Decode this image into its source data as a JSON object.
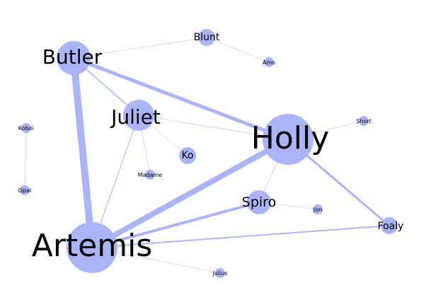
{
  "colors": {
    "node": "#aab4f8",
    "edge": "#aab4f8",
    "label": "#000000",
    "background": "#ffffff"
  },
  "nodes": [
    {
      "id": "artemis",
      "label": "Artemis"
    },
    {
      "id": "holly",
      "label": "Holly"
    },
    {
      "id": "butler",
      "label": "Butler"
    },
    {
      "id": "juliet",
      "label": "Juliet"
    },
    {
      "id": "spiro",
      "label": "Spiro"
    },
    {
      "id": "blunt",
      "label": "Blunt"
    },
    {
      "id": "ko",
      "label": "Ko"
    },
    {
      "id": "foaly",
      "label": "Foaly"
    },
    {
      "id": "mo",
      "label": "Amo"
    },
    {
      "id": "short",
      "label": "Short"
    },
    {
      "id": "koboi",
      "label": "Koboi"
    },
    {
      "id": "opal",
      "label": "Opal"
    },
    {
      "id": "madame",
      "label": "Madame"
    },
    {
      "id": "jon",
      "label": "Jon"
    },
    {
      "id": "julius",
      "label": "Julius"
    }
  ],
  "edges": [
    {
      "source": "butler",
      "target": "artemis",
      "weight": 10
    },
    {
      "source": "artemis",
      "target": "holly",
      "weight": 8
    },
    {
      "source": "butler",
      "target": "holly",
      "weight": 5
    },
    {
      "source": "artemis",
      "target": "spiro",
      "weight": 4
    },
    {
      "source": "holly",
      "target": "foaly",
      "weight": 3
    },
    {
      "source": "artemis",
      "target": "foaly",
      "weight": 2
    },
    {
      "source": "butler",
      "target": "juliet",
      "weight": 1.5
    },
    {
      "source": "juliet",
      "target": "artemis",
      "weight": 1
    },
    {
      "source": "juliet",
      "target": "holly",
      "weight": 0.6
    },
    {
      "source": "holly",
      "target": "spiro",
      "weight": 0.6
    },
    {
      "source": "butler",
      "target": "blunt",
      "weight": 0.4
    },
    {
      "source": "blunt",
      "target": "mo",
      "weight": 0.3
    },
    {
      "source": "holly",
      "target": "short",
      "weight": 0.3
    },
    {
      "source": "koboi",
      "target": "opal",
      "weight": 0.3
    },
    {
      "source": "juliet",
      "target": "ko",
      "weight": 0.3
    },
    {
      "source": "juliet",
      "target": "madame",
      "weight": 0.2
    },
    {
      "source": "spiro",
      "target": "jon",
      "weight": 0.3
    },
    {
      "source": "artemis",
      "target": "julius",
      "weight": 0.2
    }
  ]
}
